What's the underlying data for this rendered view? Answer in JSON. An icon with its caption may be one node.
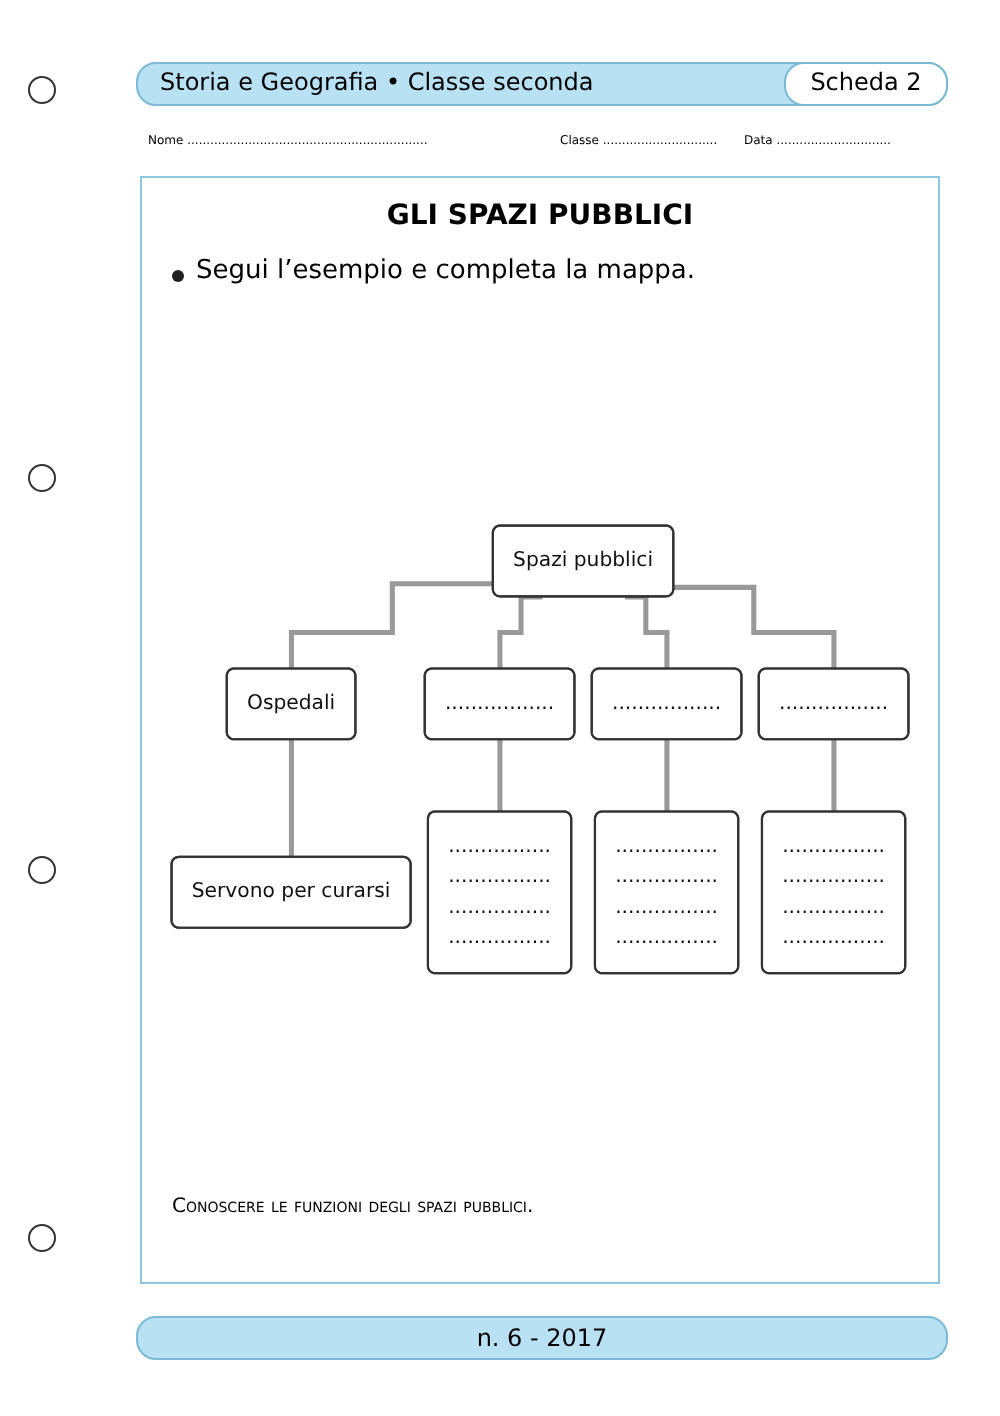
{
  "diagram": {
    "title": "GLI SPAZI PUBBLICI",
    "nodes": [
      {
        "text": [
          "Spazi pubblici"
        ]
      },
      {
        "text": [
          "Ospedali"
        ]
      },
      {
        "text": [
          "................."
        ]
      },
      {
        "text": [
          "................."
        ]
      },
      {
        "text": [
          "................."
        ]
      },
      {
        "text": [
          "Servono per curarsi"
        ]
      },
      {
        "text": [
          "................",
          "................",
          "................",
          "................"
        ]
      },
      {
        "text": [
          "................",
          "................",
          "................",
          "................"
        ]
      },
      {
        "text": [
          "................",
          "................",
          "................",
          "................"
        ]
      }
    ],
    "edges": [
      {
        "from": 0,
        "to": 1,
        "arrow": "none"
      },
      {
        "from": 0,
        "to": 2,
        "arrow": "none"
      },
      {
        "from": 0,
        "to": 3,
        "arrow": "none"
      },
      {
        "from": 0,
        "to": 4,
        "arrow": "none"
      },
      {
        "from": 1,
        "to": 5,
        "arrow": "none"
      },
      {
        "from": 2,
        "to": 6,
        "arrow": "none"
      },
      {
        "from": 3,
        "to": 7,
        "arrow": "none"
      },
      {
        "from": 4,
        "to": 8,
        "arrow": "none"
      }
    ],
    "labels": [
      "Storia e Geografia • Classe seconda",
      "Scheda 2",
      "Nome ...............................................................",
      "Classe ..............................",
      "Data ..............................",
      "Segui l’esempio e completa la mappa.",
      "Conoscere le funzioni degli spazi pubblici.",
      "n. 6 - 2017"
    ]
  }
}
